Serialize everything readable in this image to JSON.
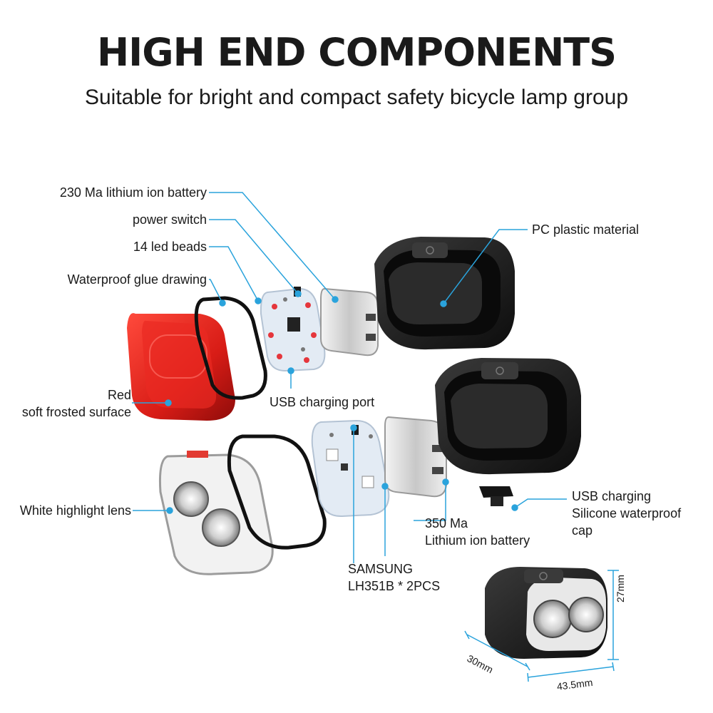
{
  "title": "HIGH END COMPONENTS",
  "subtitle": "Suitable for bright and compact safety bicycle lamp group",
  "colors": {
    "callout": "#2aa3dc",
    "red_lens": "#e0221c",
    "housing": "#1d1d1d",
    "pcb": "#dbe6f2"
  },
  "labels": {
    "battery_230": "230 Ma lithium ion battery",
    "power_switch": "power switch",
    "led_beads": "14 led beads",
    "glue": "Waterproof glue drawing",
    "pc_plastic": "PC plastic material",
    "red_surface": [
      "Red",
      "soft frosted surface"
    ],
    "usb_port": "USB charging port",
    "white_lens": "White highlight lens",
    "battery_350": [
      "350 Ma",
      "Lithium ion battery"
    ],
    "usb_cap": [
      "USB charging",
      "Silicone waterproof",
      "cap"
    ],
    "samsung": [
      "SAMSUNG",
      "LH351B * 2PCS"
    ]
  },
  "dimensions": {
    "height": "27mm",
    "depth": "30mm",
    "width": "43.5mm"
  }
}
